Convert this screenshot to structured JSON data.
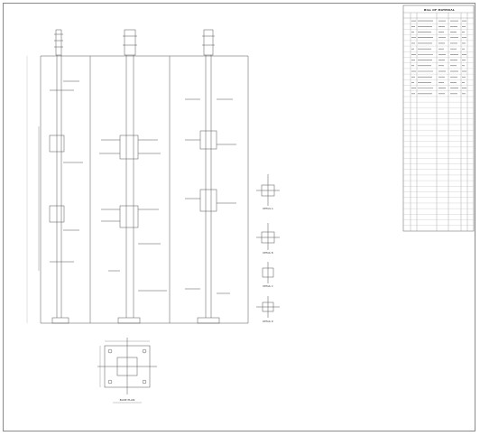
{
  "sheet": {
    "bill_of_material_title": "BILL OF MATERIAL"
  },
  "bom": {
    "rows_filled": 14,
    "rows_total": 38
  },
  "views": {
    "plan_title": "BASE PLAN",
    "details": [
      "DETAIL A",
      "DETAIL B",
      "DETAIL C",
      "DETAIL D"
    ]
  }
}
